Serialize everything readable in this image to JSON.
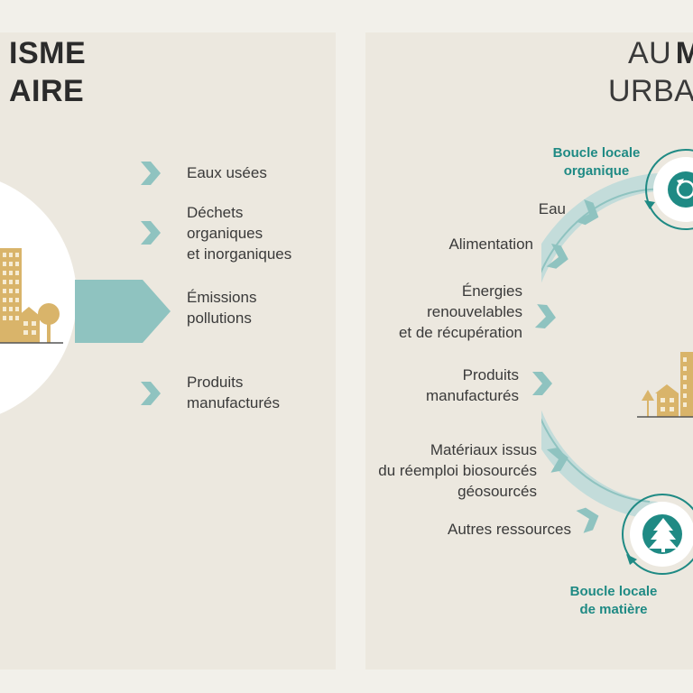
{
  "left": {
    "title_line1": "ISME",
    "title_line2": "AIRE",
    "outputs": [
      {
        "label": "Eaux usées"
      },
      {
        "label": "Déchets\norganiques\net inorganiques"
      },
      {
        "label": "Émissions\npollutions"
      },
      {
        "label": "Produits\nmanufacturés"
      }
    ]
  },
  "right": {
    "title_prefix": "AU",
    "title_bold": "M",
    "title_line2": "URBAI",
    "loop_top_label": "Boucle locale\norganique",
    "loop_bottom_label": "Boucle locale\nde matière",
    "inputs": [
      {
        "label": "Eau"
      },
      {
        "label": "Alimentation"
      },
      {
        "label": "Énergies\nrenouvelables\net de récupération"
      },
      {
        "label": "Produits\nmanufacturés"
      },
      {
        "label": "Matériaux issus\ndu réemploi biosourcés\ngéosourcés"
      },
      {
        "label": "Autres ressources"
      }
    ],
    "icons": {
      "top": "recycle-icon",
      "bottom": "tree-icon"
    }
  },
  "colors": {
    "teal": "#1f8a84",
    "teal_light": "#8fc3c0",
    "building": "#d9b46a",
    "background": "#ece8df"
  }
}
